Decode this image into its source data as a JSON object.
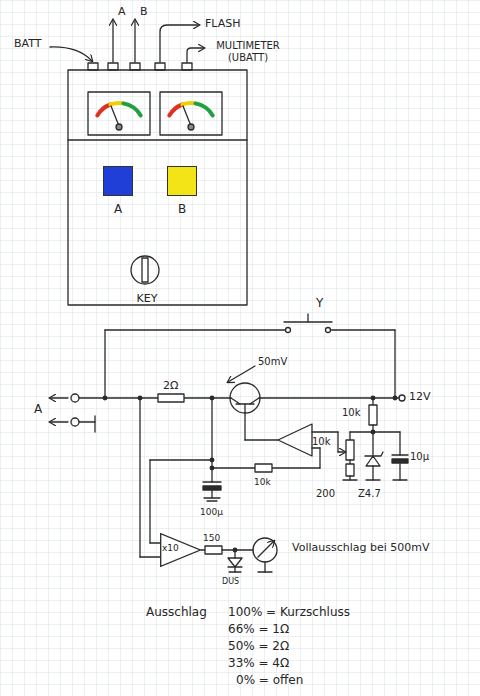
{
  "diagram": {
    "nodes": [
      {
        "text": [
          "A"
        ]
      },
      {
        "text": [
          "B"
        ]
      },
      {
        "text": [
          "KEY"
        ]
      },
      {
        "text": [
          "x10"
        ]
      }
    ],
    "labels": [
      "BATT",
      "A",
      "B",
      "FLASH",
      "MULTIMETER (UBATT)",
      "Y",
      "50mV",
      "2Ω",
      "A",
      "12V",
      "10k",
      "10k",
      "200",
      "Z4.7",
      "10µ",
      "10k",
      "100µ",
      "150",
      "DUS",
      "Vollausschlag bei 500mV",
      "Ausschlag",
      "100% = Kurzschluss",
      "66% = 1Ω",
      "50% = 2Ω",
      "33% = 4Ω",
      "0% = offen"
    ]
  }
}
